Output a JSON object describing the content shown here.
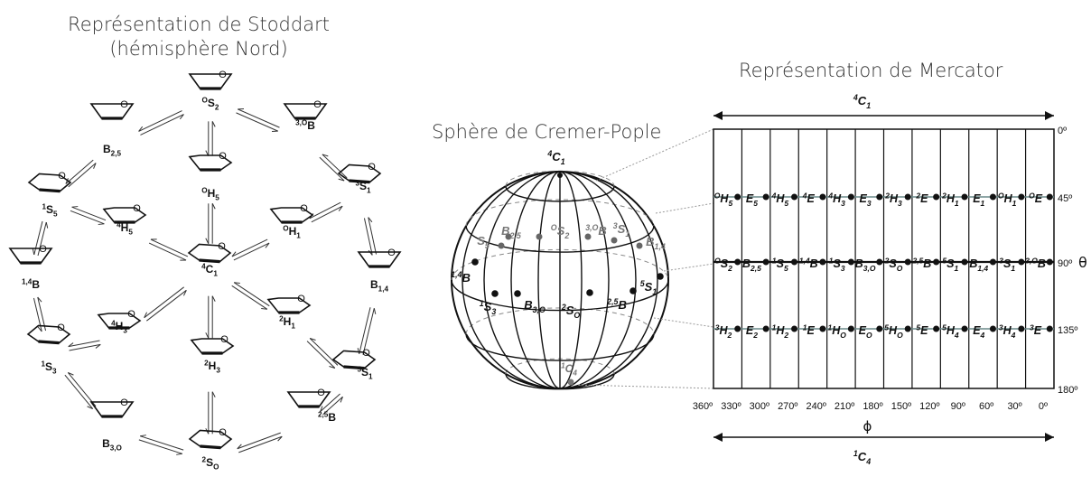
{
  "titles": {
    "stoddart": [
      "Représentation de Stoddart",
      "(hémisphère Nord)"
    ],
    "sphere": "Sphère de Cremer-Pople",
    "mercator": "Représentation de Mercator"
  },
  "stoddart_nodes": [
    {
      "id": "OS2",
      "sup": "O",
      "main": "S",
      "sub": "2"
    },
    {
      "id": "B25",
      "sup": "",
      "main": "B",
      "sub": "2,5"
    },
    {
      "id": "3OB",
      "sup": "3,O",
      "main": "B",
      "sub": ""
    },
    {
      "id": "OH5",
      "sup": "O",
      "main": "H",
      "sub": "5"
    },
    {
      "id": "1S5",
      "sup": "1",
      "main": "S",
      "sub": "5"
    },
    {
      "id": "3S1",
      "sup": "3",
      "main": "S",
      "sub": "1"
    },
    {
      "id": "4H5",
      "sup": "4",
      "main": "H",
      "sub": "5"
    },
    {
      "id": "OH1",
      "sup": "O",
      "main": "H",
      "sub": "1"
    },
    {
      "id": "14B",
      "sup": "1,4",
      "main": "B",
      "sub": ""
    },
    {
      "id": "4C1",
      "sup": "4",
      "main": "C",
      "sub": "1"
    },
    {
      "id": "B14",
      "sup": "",
      "main": "B",
      "sub": "1,4"
    },
    {
      "id": "4H3",
      "sup": "4",
      "main": "H",
      "sub": "3"
    },
    {
      "id": "2H1",
      "sup": "2",
      "main": "H",
      "sub": "1"
    },
    {
      "id": "1S3",
      "sup": "1",
      "main": "S",
      "sub": "3"
    },
    {
      "id": "2H3",
      "sup": "2",
      "main": "H",
      "sub": "3"
    },
    {
      "id": "5S1",
      "sup": "5",
      "main": "S",
      "sub": "1"
    },
    {
      "id": "B3O",
      "sup": "",
      "main": "B",
      "sub": "3,O"
    },
    {
      "id": "25B",
      "sup": "2,5",
      "main": "B",
      "sub": ""
    },
    {
      "id": "2SO",
      "sup": "2",
      "main": "S",
      "sub": "O"
    }
  ],
  "stoddart_edges": [
    [
      "B25",
      "OS2"
    ],
    [
      "OS2",
      "3OB"
    ],
    [
      "B25",
      "1S5"
    ],
    [
      "3OB",
      "3S1"
    ],
    [
      "OS2",
      "OH5"
    ],
    [
      "OH5",
      "4C1"
    ],
    [
      "1S5",
      "4H5"
    ],
    [
      "3S1",
      "OH1"
    ],
    [
      "4H5",
      "4C1"
    ],
    [
      "OH1",
      "4C1"
    ],
    [
      "1S5",
      "14B"
    ],
    [
      "3S1",
      "B14"
    ],
    [
      "14B",
      "1S3"
    ],
    [
      "B14",
      "5S1"
    ],
    [
      "4H3",
      "4C1"
    ],
    [
      "4C1",
      "2H1"
    ],
    [
      "4C1",
      "2H3"
    ],
    [
      "1S3",
      "4H3"
    ],
    [
      "2H1",
      "5S1"
    ],
    [
      "1S3",
      "B3O"
    ],
    [
      "5S1",
      "25B"
    ],
    [
      "2H3",
      "2SO"
    ],
    [
      "B3O",
      "2SO"
    ],
    [
      "2SO",
      "25B"
    ]
  ],
  "sphere": {
    "top": {
      "sup": "4",
      "main": "C",
      "sub": "1"
    },
    "bottom": {
      "sup": "1",
      "main": "C",
      "sub": "4"
    },
    "upper_labels": [
      {
        "sup": "",
        "main": "S",
        "sub": "5"
      },
      {
        "sup": "",
        "main": "B",
        "sub": "2,5"
      },
      {
        "sup": "O",
        "main": "S",
        "sub": "2"
      },
      {
        "sup": "3,O",
        "main": "B",
        "sub": ""
      },
      {
        "sup": "3",
        "main": "S",
        "sub": "1"
      },
      {
        "sup": "",
        "main": "B",
        "sub": "1,4"
      }
    ],
    "lower_labels": [
      {
        "sup": "1,4",
        "main": "B",
        "sub": ""
      },
      {
        "sup": "1",
        "main": "S",
        "sub": "3"
      },
      {
        "sup": "",
        "main": "B",
        "sub": "3,O"
      },
      {
        "sup": "2",
        "main": "S",
        "sub": "O"
      },
      {
        "sup": "2,5",
        "main": "B",
        "sub": ""
      },
      {
        "sup": "5",
        "main": "S",
        "sub": "1"
      }
    ]
  },
  "mercator": {
    "top_label": {
      "sup": "4",
      "main": "C",
      "sub": "1"
    },
    "bottom_label": {
      "sup": "1",
      "main": "C",
      "sub": "4"
    },
    "theta_symbol": "θ",
    "phi_symbol": "ϕ",
    "theta_ticks": [
      "0º",
      "45º",
      "90º",
      "135º",
      "180º"
    ],
    "phi_ticks": [
      "360º",
      "330º",
      "300º",
      "270º",
      "240º",
      "210º",
      "180º",
      "150º",
      "120º",
      "90º",
      "60º",
      "30º",
      "0º"
    ],
    "row45": [
      {
        "sup": "O",
        "main": "H",
        "sub": "5"
      },
      {
        "sup": "",
        "main": "E",
        "sub": "5"
      },
      {
        "sup": "4",
        "main": "H",
        "sub": "5"
      },
      {
        "sup": "4",
        "main": "E",
        "sub": ""
      },
      {
        "sup": "4",
        "main": "H",
        "sub": "3"
      },
      {
        "sup": "",
        "main": "E",
        "sub": "3"
      },
      {
        "sup": "2",
        "main": "H",
        "sub": "3"
      },
      {
        "sup": "2",
        "main": "E",
        "sub": ""
      },
      {
        "sup": "2",
        "main": "H",
        "sub": "1"
      },
      {
        "sup": "",
        "main": "E",
        "sub": "1"
      },
      {
        "sup": "O",
        "main": "H",
        "sub": "1"
      },
      {
        "sup": "O",
        "main": "E",
        "sub": ""
      }
    ],
    "row90": [
      {
        "sup": "O",
        "main": "S",
        "sub": "2"
      },
      {
        "sup": "",
        "main": "B",
        "sub": "2,5"
      },
      {
        "sup": "1",
        "main": "S",
        "sub": "5"
      },
      {
        "sup": "1,4",
        "main": "B",
        "sub": ""
      },
      {
        "sup": "1",
        "main": "S",
        "sub": "3"
      },
      {
        "sup": "",
        "main": "B",
        "sub": "3,O"
      },
      {
        "sup": "2",
        "main": "S",
        "sub": "O"
      },
      {
        "sup": "2,5",
        "main": "B",
        "sub": ""
      },
      {
        "sup": "5",
        "main": "S",
        "sub": "1"
      },
      {
        "sup": "",
        "main": "B",
        "sub": "1,4"
      },
      {
        "sup": "3",
        "main": "S",
        "sub": "1"
      },
      {
        "sup": "3,O",
        "main": "B",
        "sub": ""
      }
    ],
    "row135": [
      {
        "sup": "3",
        "main": "H",
        "sub": "2"
      },
      {
        "sup": "",
        "main": "E",
        "sub": "2"
      },
      {
        "sup": "1",
        "main": "H",
        "sub": "2"
      },
      {
        "sup": "1",
        "main": "E",
        "sub": ""
      },
      {
        "sup": "1",
        "main": "H",
        "sub": "O"
      },
      {
        "sup": "",
        "main": "E",
        "sub": "O"
      },
      {
        "sup": "5",
        "main": "H",
        "sub": "O"
      },
      {
        "sup": "5",
        "main": "E",
        "sub": ""
      },
      {
        "sup": "5",
        "main": "H",
        "sub": "4"
      },
      {
        "sup": "",
        "main": "E",
        "sub": "4"
      },
      {
        "sup": "3",
        "main": "H",
        "sub": "4"
      },
      {
        "sup": "3",
        "main": "E",
        "sub": ""
      }
    ]
  }
}
